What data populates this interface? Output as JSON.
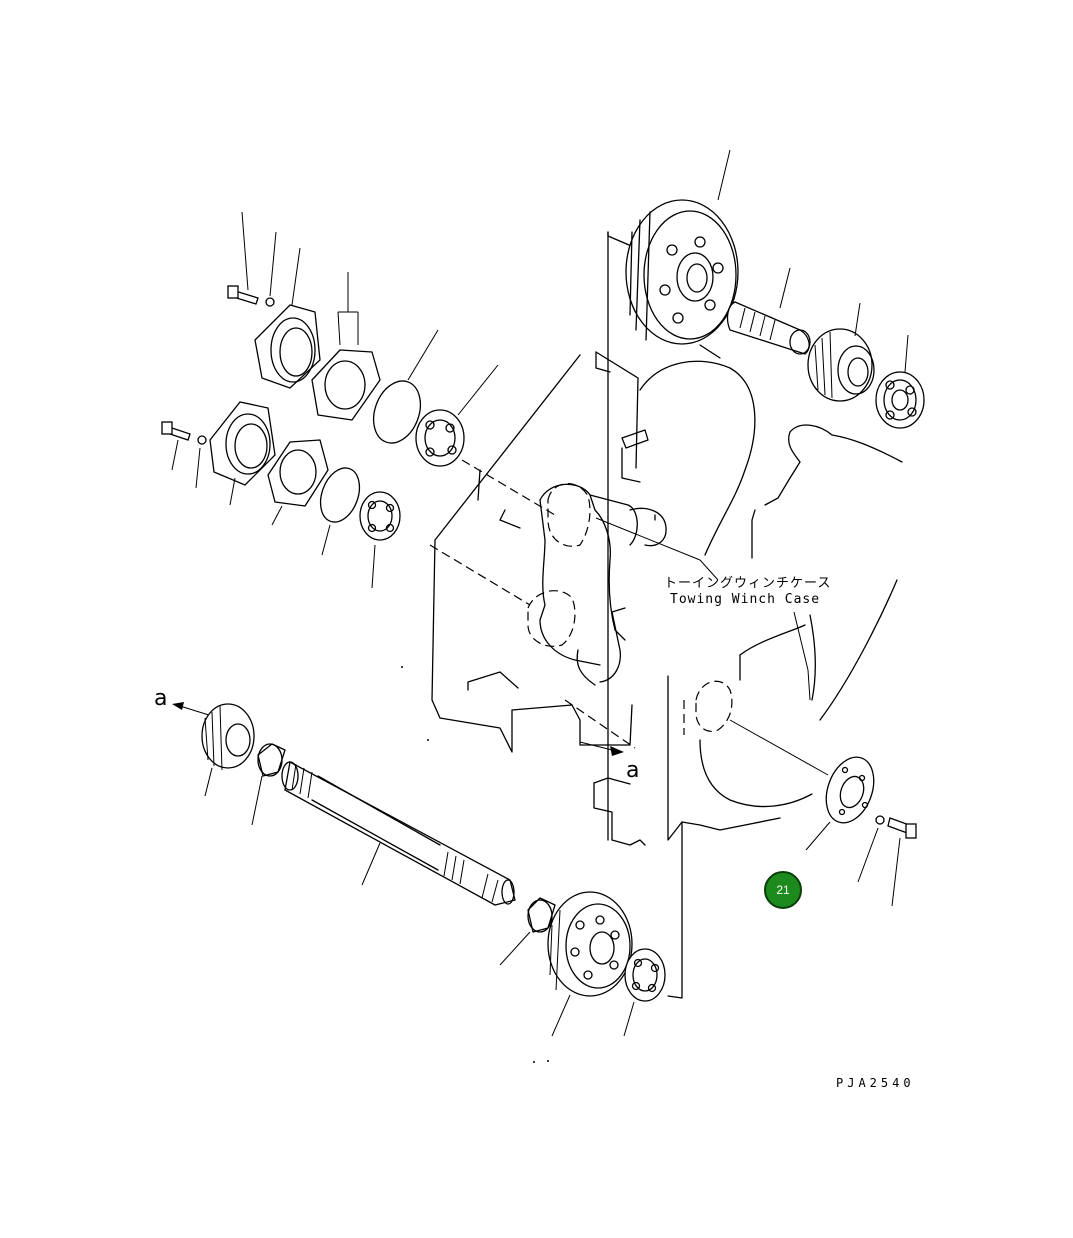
{
  "diagram": {
    "case_label_jp": "トーイングウィンチケース",
    "case_label_en": "Towing Winch Case",
    "arrow_label_left": "a",
    "arrow_label_right": "a",
    "drawing_code": "PJA2540"
  },
  "callouts": [
    {
      "number": "21",
      "color": "#1c8a1c"
    }
  ]
}
